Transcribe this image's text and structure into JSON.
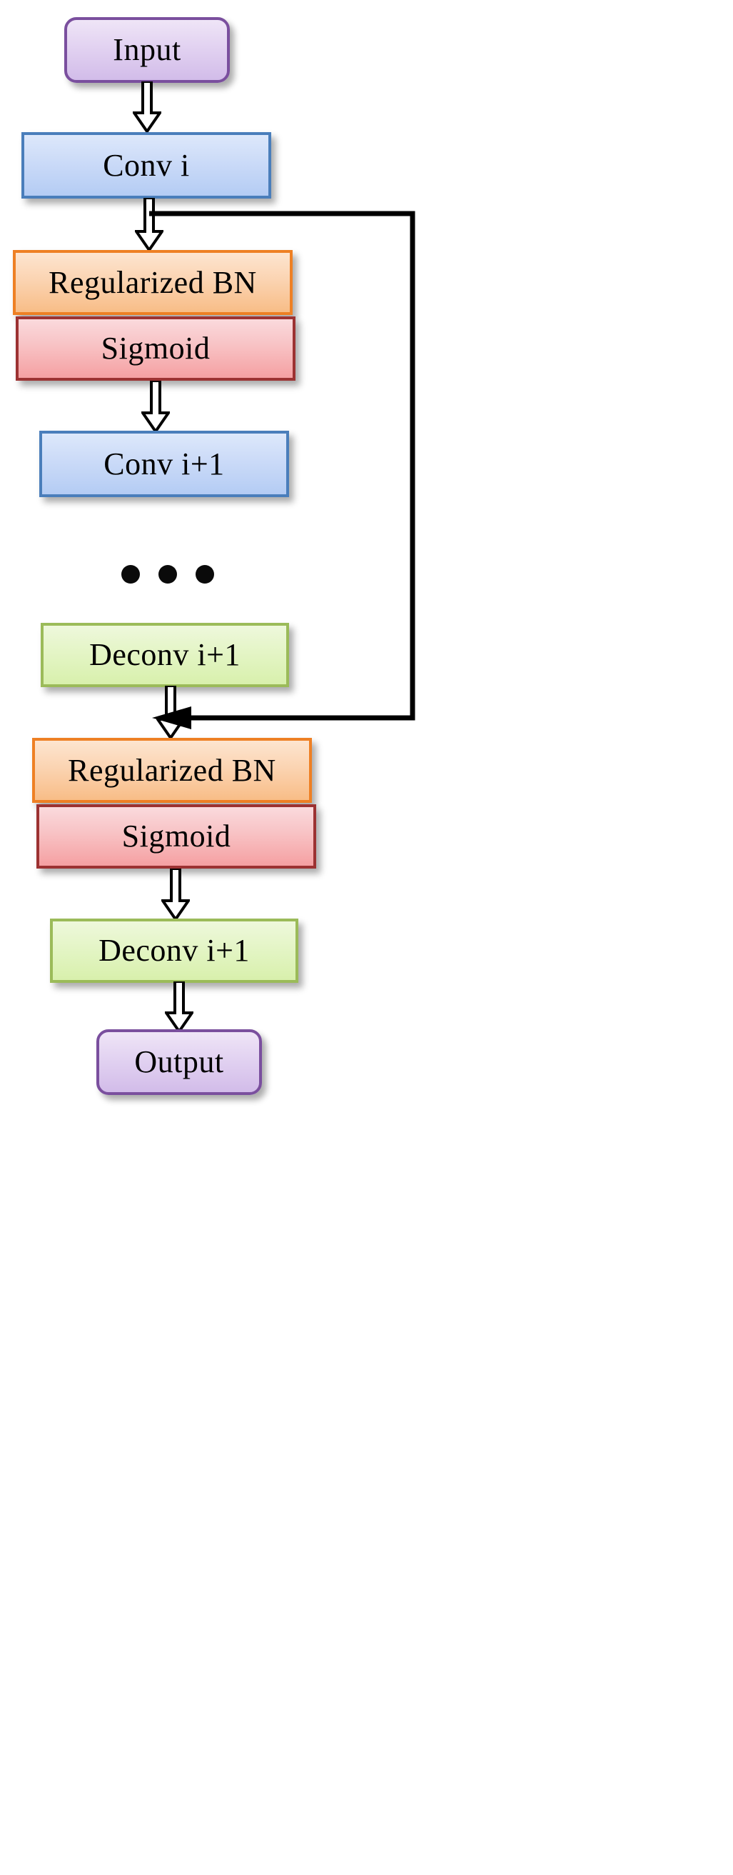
{
  "diagram": {
    "title": "Regularized BN residual encoder-decoder block",
    "type": "flowchart",
    "background": "#ffffff",
    "palette": {
      "terminal_fill": "#d9c5ee",
      "terminal_border": "#7a4f9e",
      "conv_fill": "#c3d6f7",
      "conv_border": "#4a7ebb",
      "bn_fill": "#f9c795",
      "bn_border": "#ee8024",
      "activation_fill": "#f7b0b2",
      "activation_border": "#9c3232",
      "deconv_fill": "#ddf2b6",
      "deconv_border": "#9bbb59",
      "arrow_color": "#000000"
    },
    "nodes": [
      {
        "id": "input",
        "label": "Input",
        "kind": "terminal"
      },
      {
        "id": "conv_i",
        "label": "Conv i",
        "kind": "conv"
      },
      {
        "id": "bn_1",
        "label": "Regularized BN",
        "kind": "bn"
      },
      {
        "id": "sigmoid_1",
        "label": "Sigmoid",
        "kind": "activation"
      },
      {
        "id": "conv_i1",
        "label": "Conv i+1",
        "kind": "conv"
      },
      {
        "id": "ellipsis",
        "label": "• • •",
        "kind": "ellipsis"
      },
      {
        "id": "deconv_i1_a",
        "label": "Deconv i+1",
        "kind": "deconv"
      },
      {
        "id": "bn_2",
        "label": "Regularized BN",
        "kind": "bn"
      },
      {
        "id": "sigmoid_2",
        "label": "Sigmoid",
        "kind": "activation"
      },
      {
        "id": "deconv_i1_b",
        "label": "Deconv i+1",
        "kind": "deconv"
      },
      {
        "id": "output",
        "label": "Output",
        "kind": "terminal"
      }
    ],
    "edges": [
      {
        "from": "input",
        "to": "conv_i",
        "style": "block-arrow"
      },
      {
        "from": "conv_i",
        "to": "bn_1",
        "style": "block-arrow"
      },
      {
        "from": "sigmoid_1",
        "to": "conv_i1",
        "style": "block-arrow"
      },
      {
        "from": "deconv_i1_a",
        "to": "bn_2",
        "style": "block-arrow"
      },
      {
        "from": "sigmoid_2",
        "to": "deconv_i1_b",
        "style": "block-arrow"
      },
      {
        "from": "deconv_i1_b",
        "to": "output",
        "style": "block-arrow"
      },
      {
        "from": "conv_i",
        "to": "bn_2",
        "style": "skip-connection",
        "note": "residual / skip path routed around the right side"
      }
    ]
  }
}
